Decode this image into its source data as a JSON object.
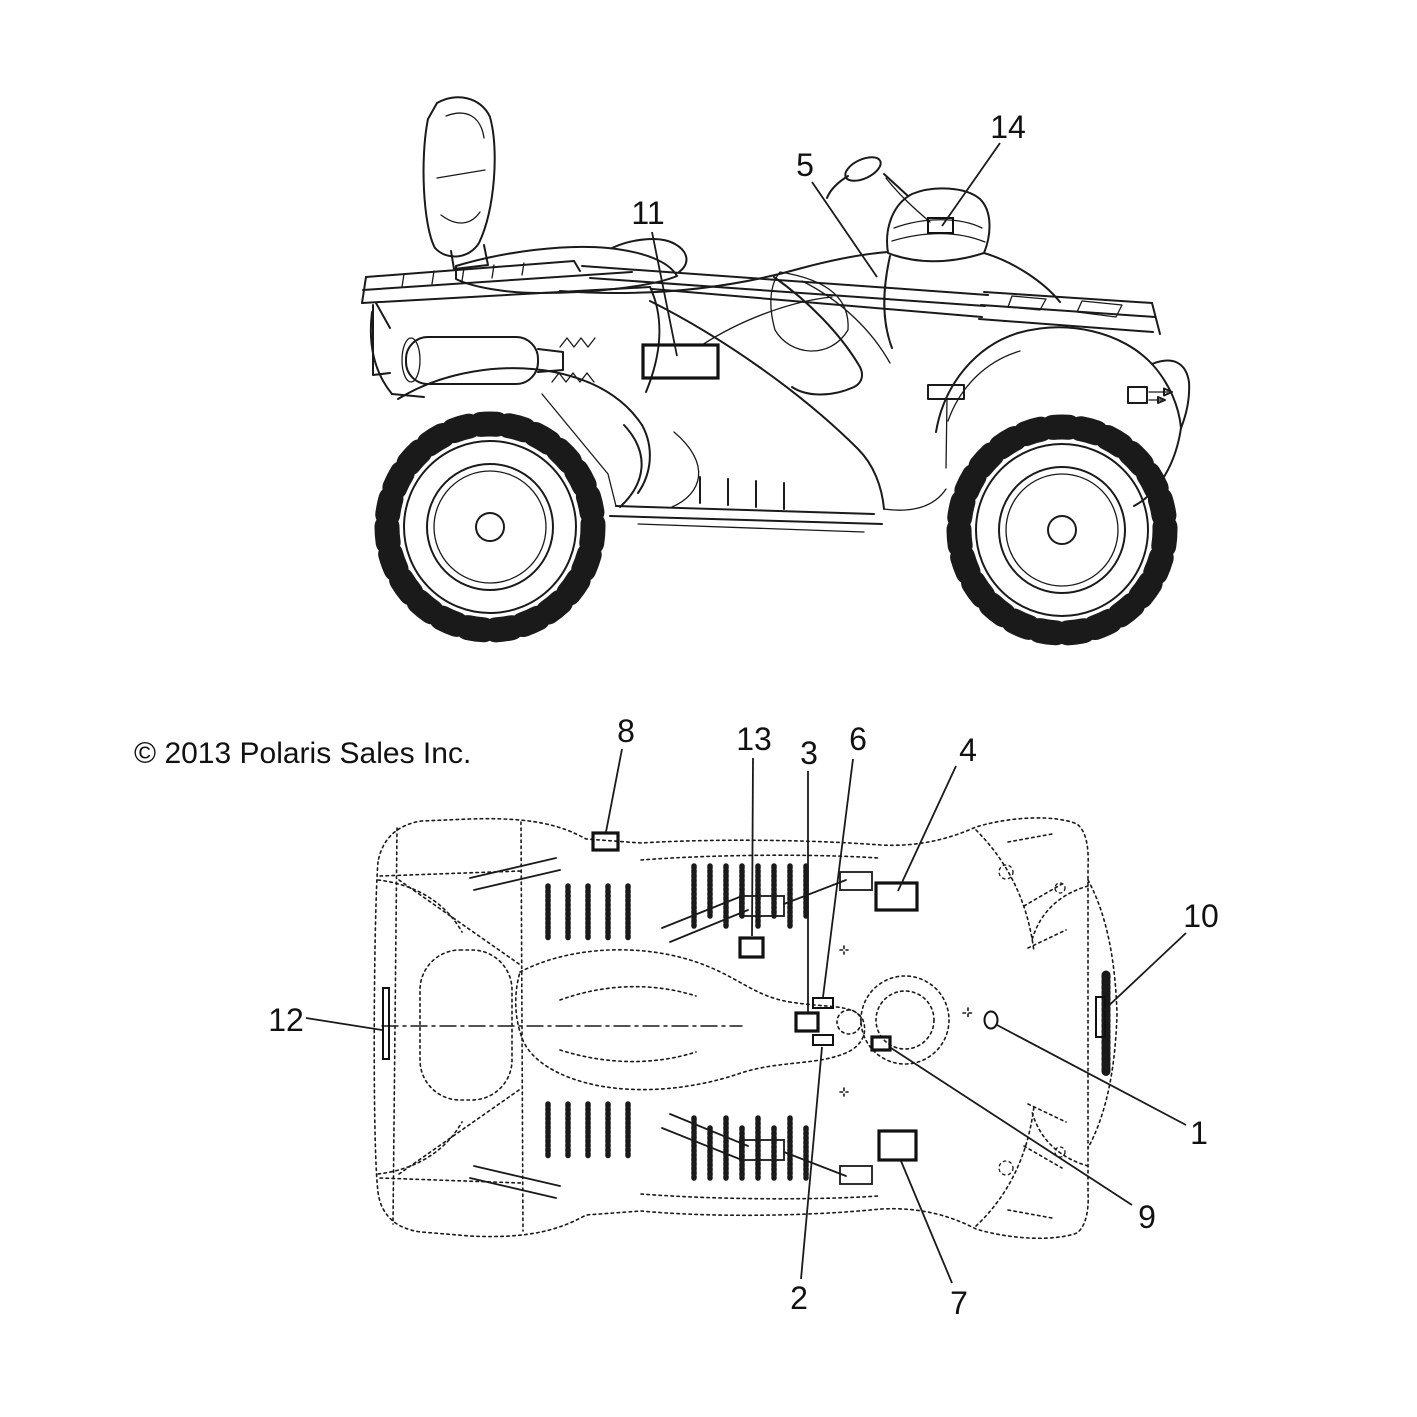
{
  "palette": {
    "ink": "#1a1a1a",
    "background": "#ffffff"
  },
  "copyright": "© 2013 Polaris Sales Inc.",
  "callouts": [
    {
      "number": "1"
    },
    {
      "number": "2"
    },
    {
      "number": "3"
    },
    {
      "number": "4"
    },
    {
      "number": "5"
    },
    {
      "number": "6"
    },
    {
      "number": "7"
    },
    {
      "number": "8"
    },
    {
      "number": "9"
    },
    {
      "number": "10"
    },
    {
      "number": "11"
    },
    {
      "number": "12"
    },
    {
      "number": "13"
    },
    {
      "number": "14"
    }
  ]
}
